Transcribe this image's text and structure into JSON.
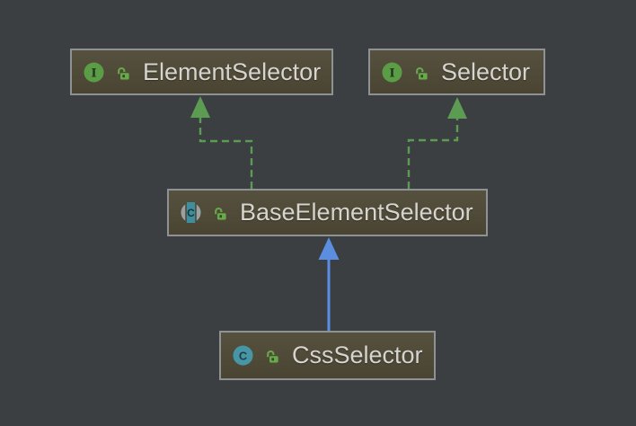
{
  "diagram": {
    "type": "uml-class-diagram",
    "background": "#3b3f42",
    "nodes": [
      {
        "label": "ElementSelector",
        "kind": "interface",
        "icon_letter": "I",
        "visibility": "public"
      },
      {
        "label": "Selector",
        "kind": "interface",
        "icon_letter": "I",
        "visibility": "public"
      },
      {
        "label": "BaseElementSelector",
        "kind": "abstract-class",
        "icon_letter": "C",
        "visibility": "public"
      },
      {
        "label": "CssSelector",
        "kind": "class",
        "icon_letter": "C",
        "visibility": "public"
      }
    ],
    "edges": [
      {
        "from": "BaseElementSelector",
        "to": "ElementSelector",
        "type": "implements",
        "style": "dashed",
        "color": "#5c9c52"
      },
      {
        "from": "BaseElementSelector",
        "to": "Selector",
        "type": "implements",
        "style": "dashed",
        "color": "#5c9c52"
      },
      {
        "from": "CssSelector",
        "to": "BaseElementSelector",
        "type": "extends",
        "style": "solid",
        "color": "#5b8de1"
      }
    ],
    "colors": {
      "implements_edge": "#5c9c52",
      "extends_edge": "#5b8de1",
      "interface_icon": "#5b9c46",
      "interface_letter": "#27371f",
      "class_icon": "#4796a6",
      "class_letter": "#1f3d45",
      "abstract_ring": "#9aa1a3",
      "abstract_stripe": "#3e8e9b",
      "abstract_letter": "#17333a",
      "abstract_gap": "#4b4634",
      "lock": "#68aa4b",
      "lock_keyhole": "#30471f",
      "node_border": "#8f9294",
      "node_text": "#d6d4cf"
    }
  }
}
